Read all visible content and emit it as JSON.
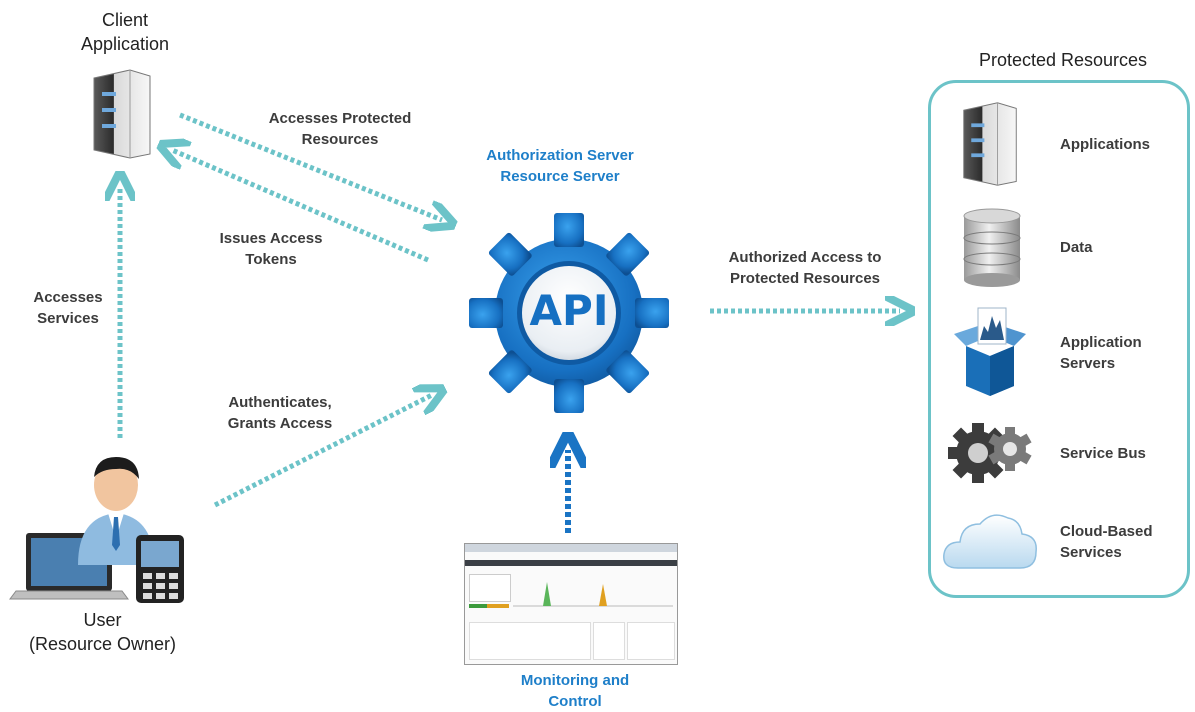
{
  "client": {
    "title_line1": "Client",
    "title_line2": "Application"
  },
  "user": {
    "title_line1": "User",
    "title_line2": "(Resource Owner)"
  },
  "server": {
    "title_line1": "Authorization Server",
    "title_line2": "Resource Server",
    "gear_text": "API"
  },
  "monitoring": {
    "title_line1": "Monitoring and",
    "title_line2": "Control"
  },
  "flows": {
    "accesses_protected_line1": "Accesses Protected",
    "accesses_protected_line2": "Resources",
    "issues_tokens_line1": "Issues Access",
    "issues_tokens_line2": "Tokens",
    "accesses_services_line1": "Accesses",
    "accesses_services_line2": "Services",
    "authenticates_line1": "Authenticates,",
    "authenticates_line2": "Grants Access",
    "authorized_line1": "Authorized Access to",
    "authorized_line2": "Protected Resources"
  },
  "protected": {
    "title": "Protected Resources",
    "items": [
      {
        "label_line1": "Applications",
        "label_line2": "",
        "icon": "server-icon"
      },
      {
        "label_line1": "Data",
        "label_line2": "",
        "icon": "database-icon"
      },
      {
        "label_line1": "Application",
        "label_line2": "Servers",
        "icon": "box-icon"
      },
      {
        "label_line1": "Service Bus",
        "label_line2": "",
        "icon": "gears-icon"
      },
      {
        "label_line1": "Cloud-Based",
        "label_line2": "Services",
        "icon": "cloud-icon"
      }
    ]
  },
  "colors": {
    "teal_arrow": "#6cc3c8",
    "blue_arrow": "#1a74c4",
    "blue_text": "#1e7fc9",
    "box_border": "#6cc3c8"
  }
}
